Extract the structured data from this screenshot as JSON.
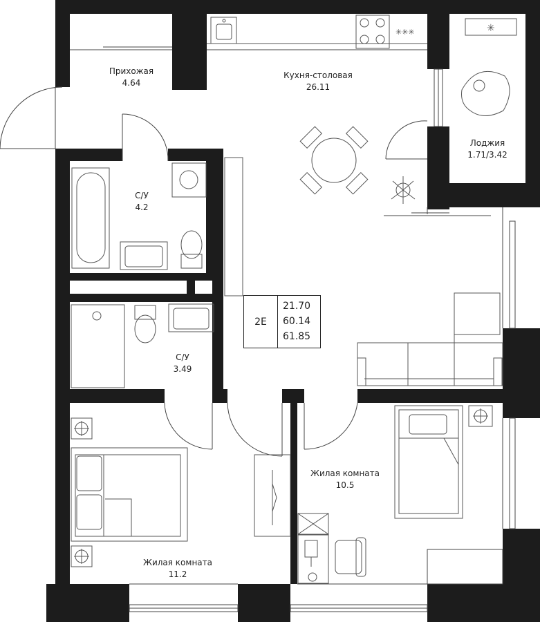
{
  "plan": {
    "apartment_code": "2E",
    "areas": [
      "21.70",
      "60.14",
      "61.85"
    ]
  },
  "rooms": {
    "hallway": {
      "name": "Прихожая",
      "area": "4.64"
    },
    "kitchen": {
      "name": "Кухня-столовая",
      "area": "26.11"
    },
    "loggia": {
      "name": "Лоджия",
      "area": "1.71/3.42"
    },
    "bath1": {
      "name": "С/У",
      "area": "4.2"
    },
    "bath2": {
      "name": "С/У",
      "area": "3.49"
    },
    "bedroom_left": {
      "name": "Жилая комната",
      "area": "11.2"
    },
    "bedroom_right": {
      "name": "Жилая комната",
      "area": "10.5"
    }
  },
  "colors": {
    "wall": "#1c1c1c",
    "line": "#444444",
    "background": "#ffffff"
  }
}
